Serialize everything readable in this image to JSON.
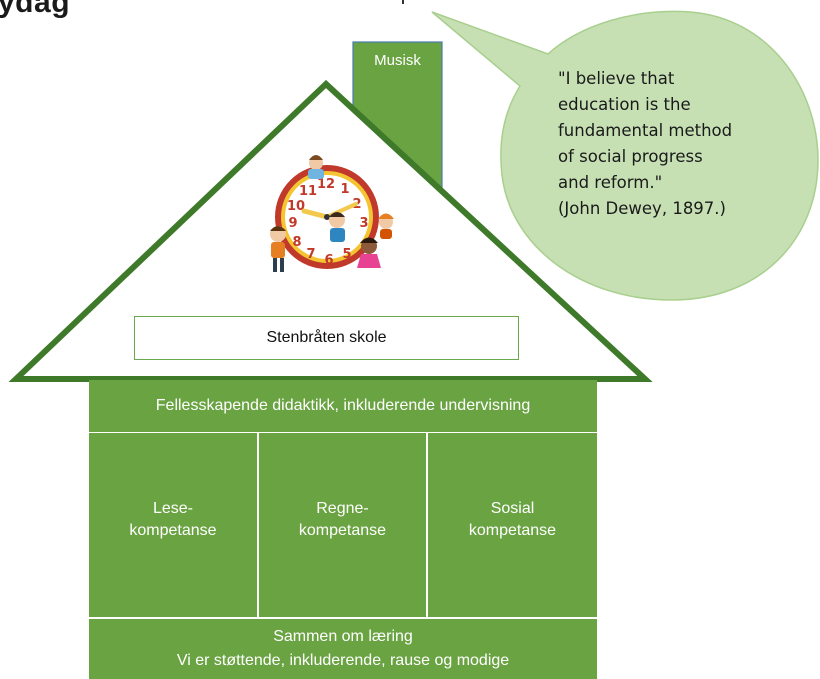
{
  "header": {
    "title_fragment": "ydag"
  },
  "chimney": {
    "label": "Musisk"
  },
  "quote": {
    "lines": [
      "\"I believe that",
      "education is the",
      "fundamental method",
      "of social progress",
      "and reform.\"",
      "(John Dewey, 1897.)"
    ]
  },
  "clock": {
    "numbers": [
      "12",
      "1",
      "2",
      "3",
      "5",
      "6",
      "7",
      "8",
      "9",
      "10",
      "11"
    ]
  },
  "roof": {
    "school_name": "Stenbråten skole"
  },
  "house": {
    "top_band": "Fellesskapende didaktikk, inkluderende undervisning",
    "pillars": [
      {
        "line1": "Lese-",
        "line2": "kompetanse"
      },
      {
        "line1": "Regne-",
        "line2": "kompetanse"
      },
      {
        "line1": "Sosial",
        "line2": "kompetanse"
      }
    ],
    "bottom_band": {
      "line1": "Sammen om læring",
      "line2": "Vi er støttende, inkluderende, rause og modige"
    }
  },
  "colors": {
    "house_green": "#6aa342",
    "roof_outline": "#3e7a2a",
    "bubble_fill": "#c6e0b4",
    "bubble_stroke": "#a9cf8e",
    "clock_red": "#c0392b"
  }
}
